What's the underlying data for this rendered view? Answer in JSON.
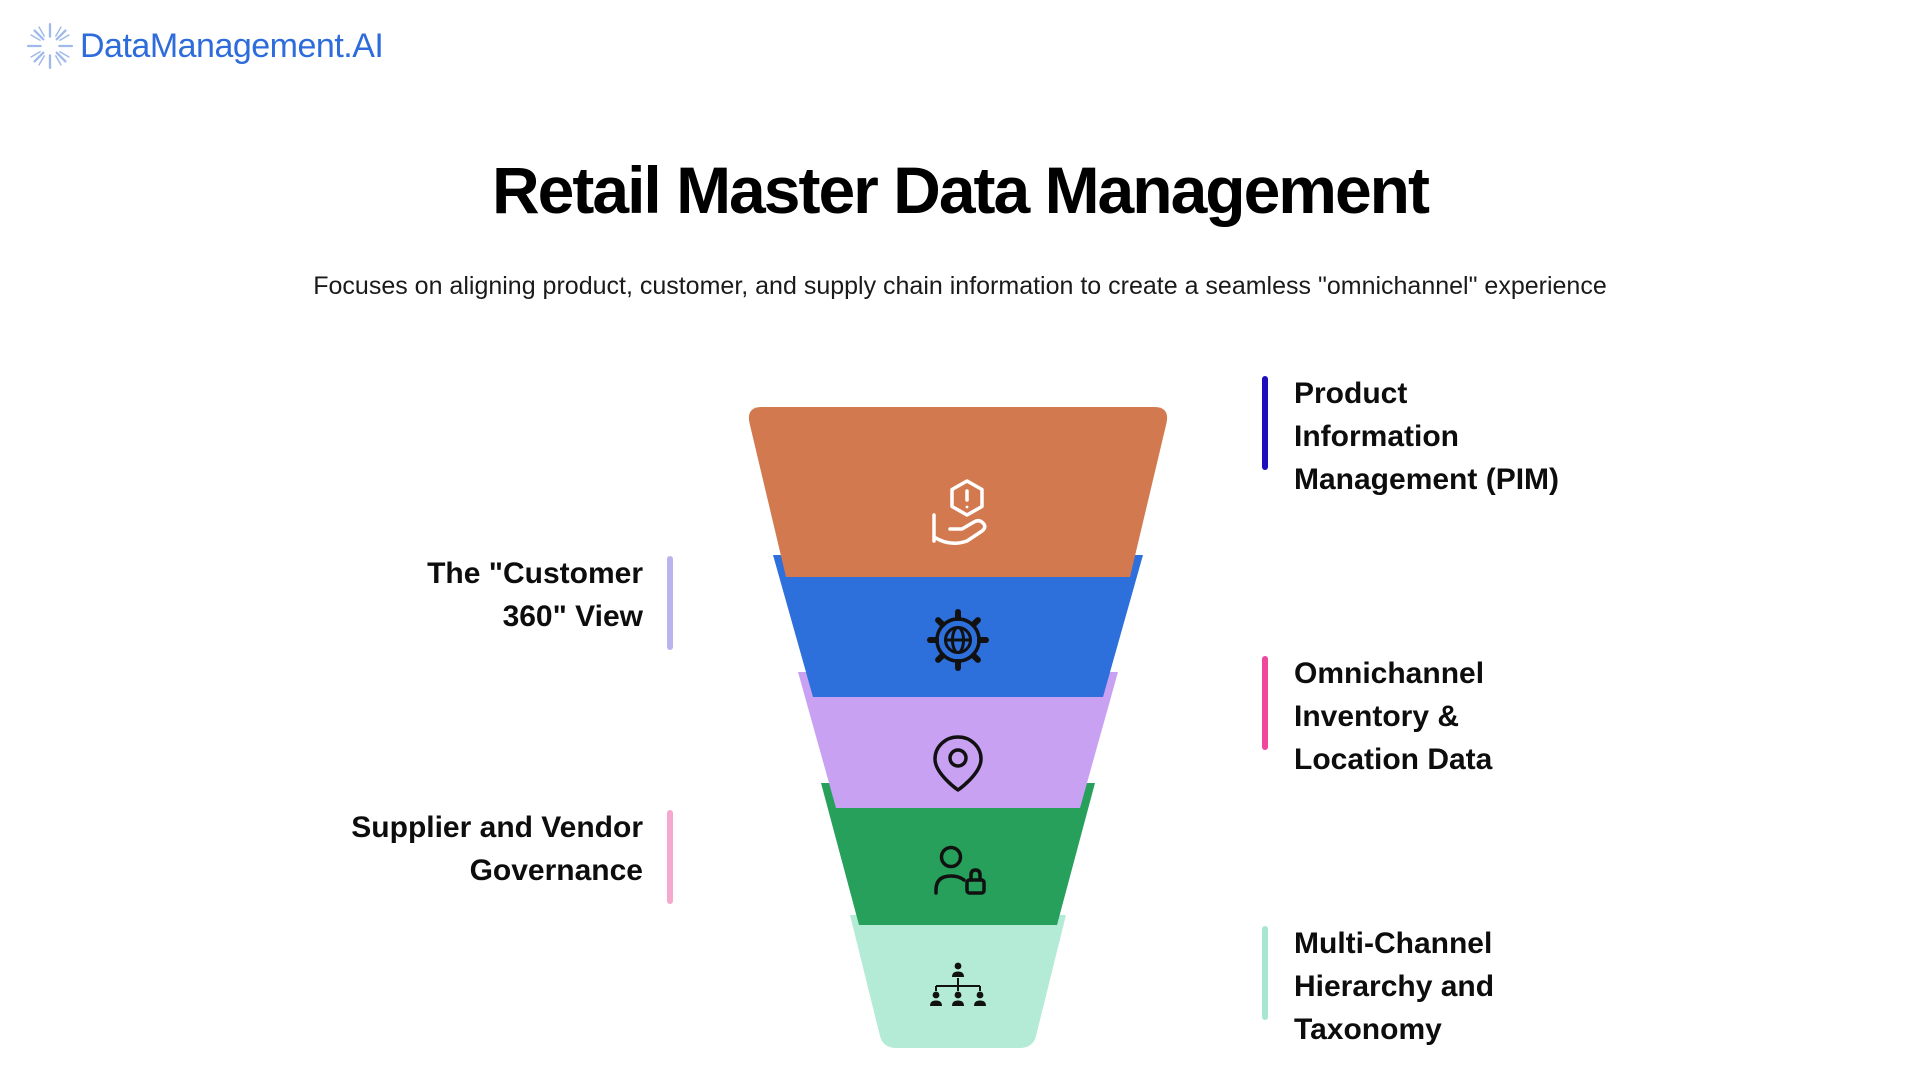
{
  "brand": {
    "name": "DataManagement.AI",
    "color": "#2E6CDB",
    "burst_color": "#9FB9EA",
    "burst_icon": "starburst-icon"
  },
  "header": {
    "title": "Retail Master Data Management",
    "subtitle": "Focuses on aligning product, customer, and supply chain information to create a seamless \"omnichannel\" experience"
  },
  "funnel": {
    "type": "funnel-diagram",
    "layers": [
      {
        "name": "Product Information Management (PIM)",
        "color": "#D2794F",
        "icon": "hand-alert-icon",
        "icon_color": "#FFFFFF"
      },
      {
        "name": "The \"Customer 360\" View",
        "color": "#2D6FDB",
        "icon": "gear-globe-icon",
        "icon_color": "#111111"
      },
      {
        "name": "Omnichannel Inventory & Location Data",
        "color": "#C9A1F2",
        "icon": "location-pin-icon",
        "icon_color": "#111111"
      },
      {
        "name": "Supplier and Vendor Governance",
        "color": "#27A05C",
        "icon": "user-lock-icon",
        "icon_color": "#111111"
      },
      {
        "name": "Multi-Channel Hierarchy and Taxonomy",
        "color": "#B3EBD6",
        "icon": "hierarchy-icon",
        "icon_color": "#111111"
      }
    ]
  },
  "callouts": {
    "right": [
      {
        "lines": [
          "Product",
          "Information",
          "Management (PIM)"
        ],
        "bar_color": "#1D0EBE"
      },
      {
        "lines": [
          "Omnichannel",
          "Inventory &",
          "Location Data"
        ],
        "bar_color": "#F0479C"
      },
      {
        "lines": [
          "Multi-Channel",
          "Hierarchy and",
          "Taxonomy"
        ],
        "bar_color": "#A9E6D2"
      }
    ],
    "left": [
      {
        "lines": [
          "The \"Customer",
          "360\" View"
        ],
        "bar_color": "#B9B3F0"
      },
      {
        "lines": [
          "Supplier and Vendor",
          "Governance"
        ],
        "bar_color": "#F6A8CE"
      }
    ]
  }
}
